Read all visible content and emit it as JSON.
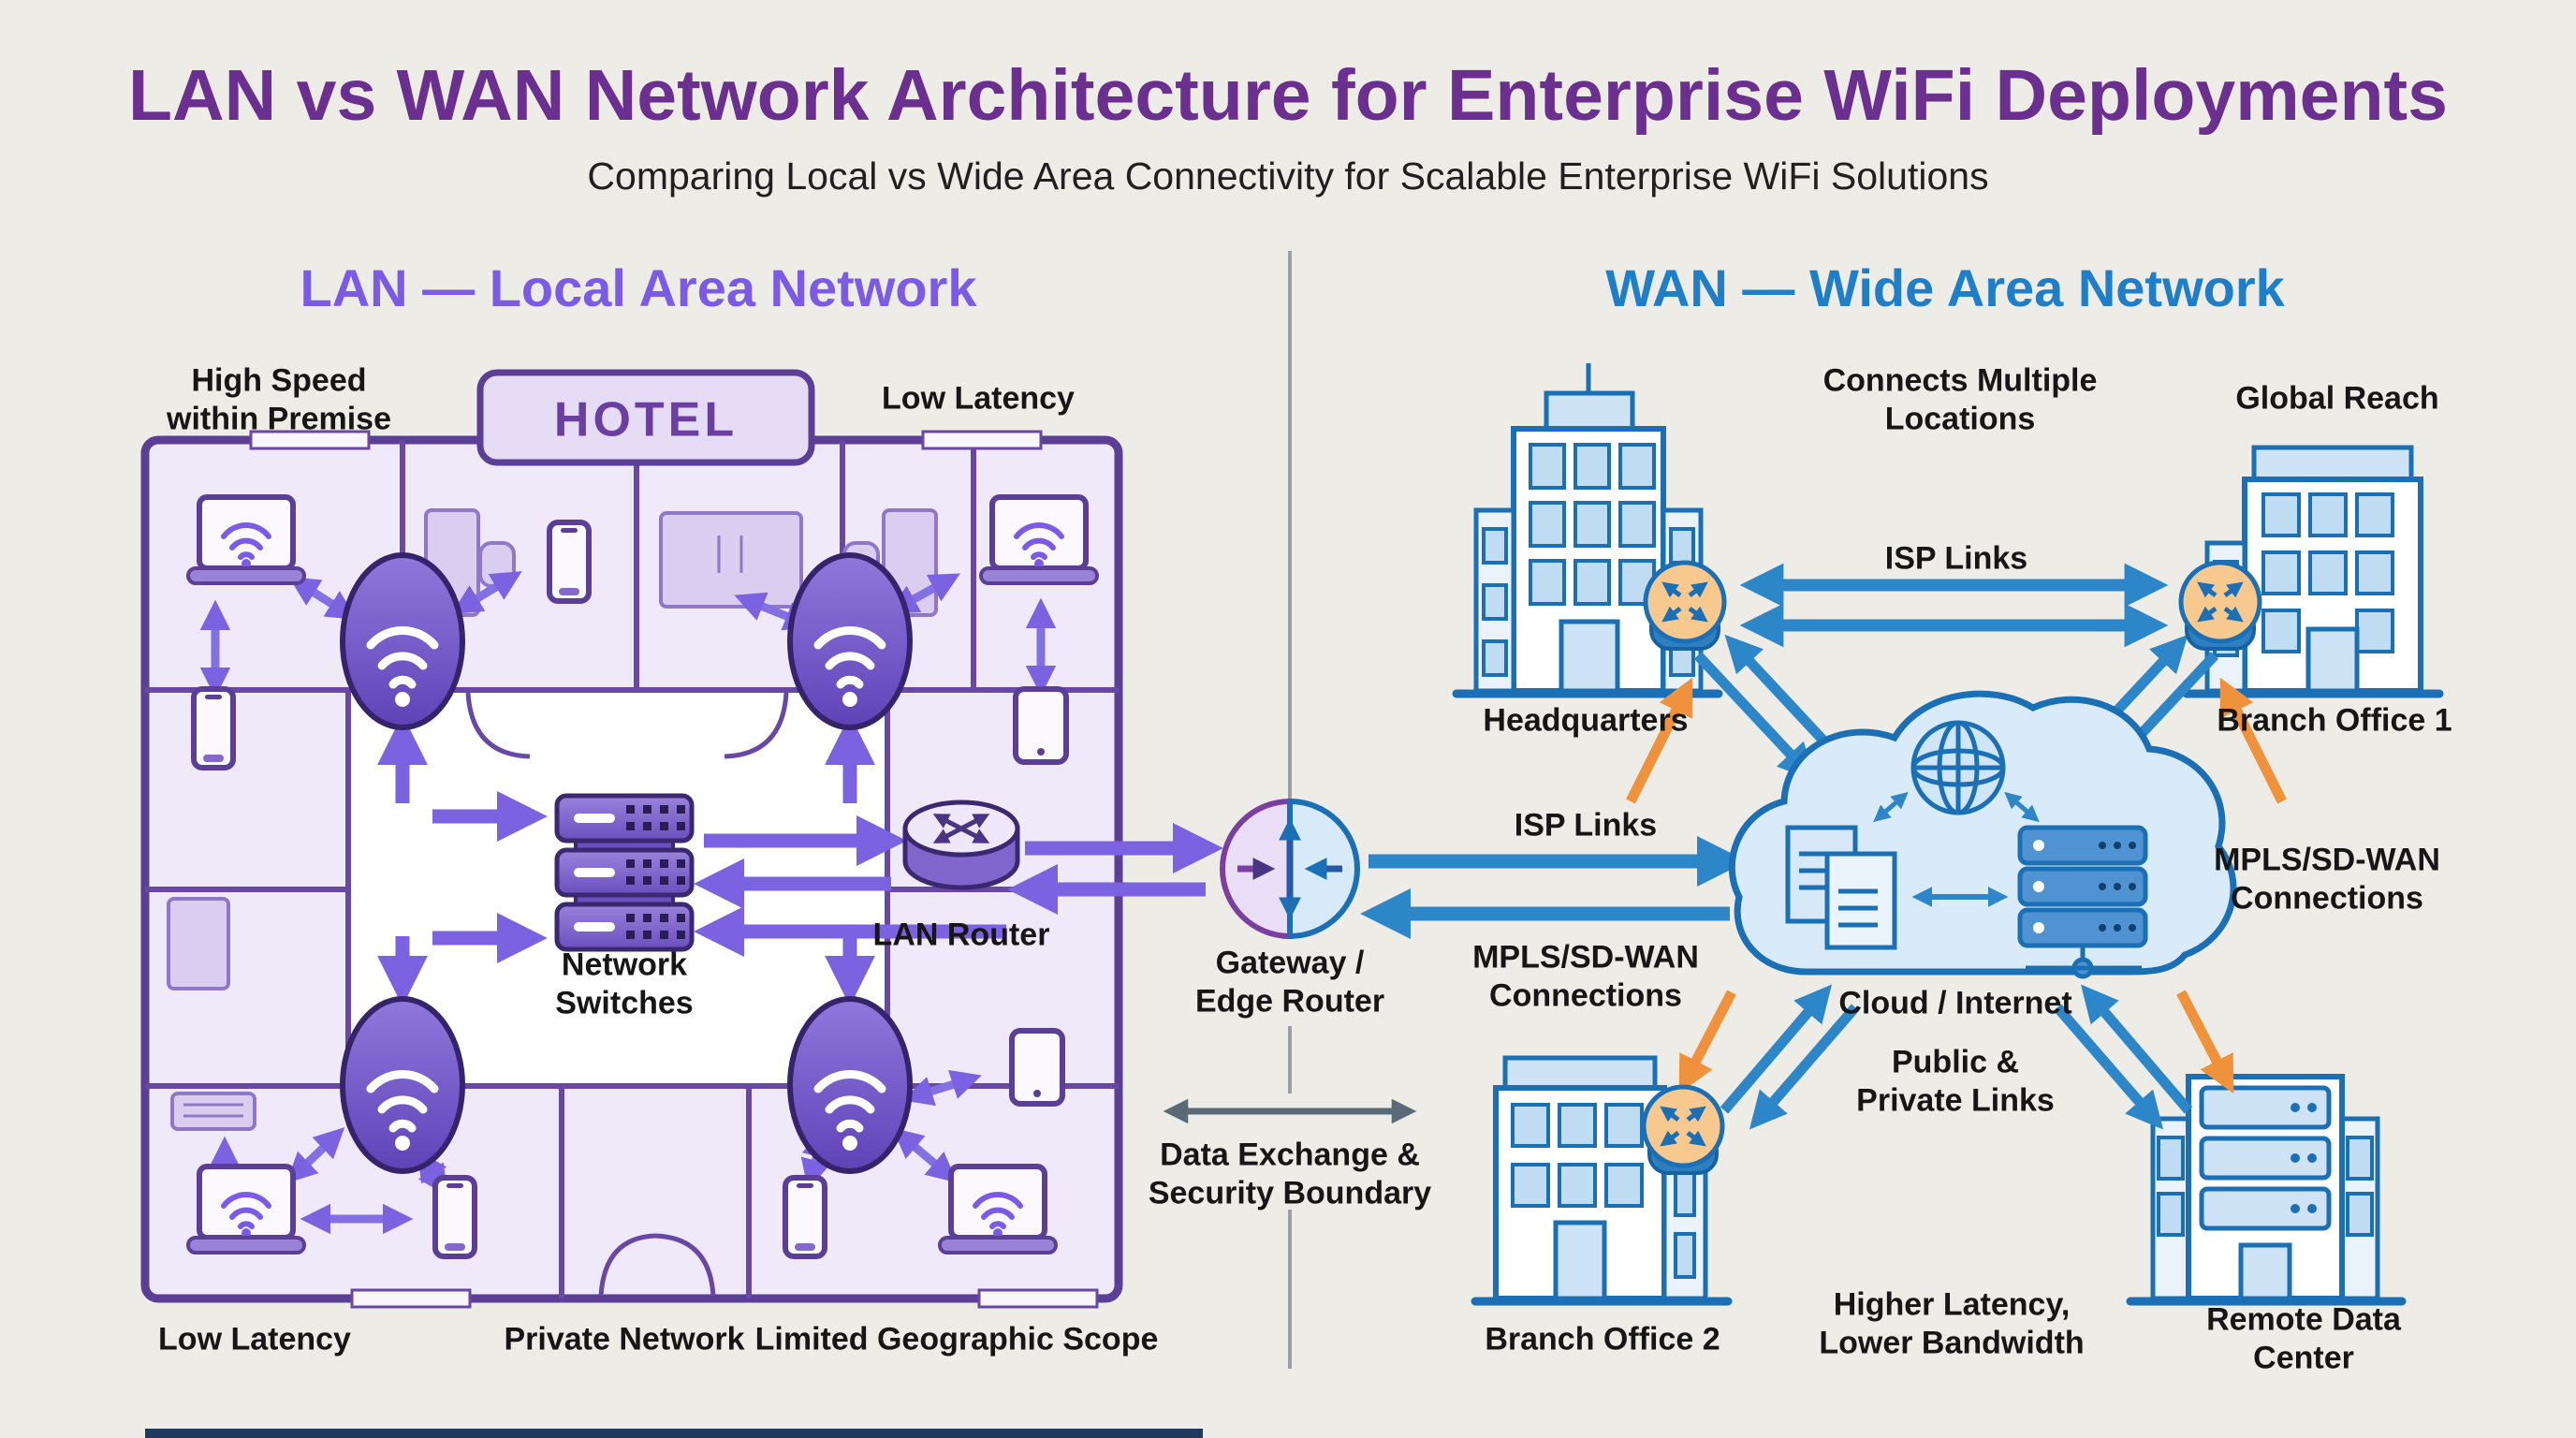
{
  "title": "LAN vs WAN Network Architecture for Enterprise WiFi Deployments",
  "subtitle": "Comparing Local vs Wide Area Connectivity for Scalable Enterprise WiFi Solutions",
  "lan": {
    "header": "LAN — Local Area Network",
    "hotel_sign": "HOTEL",
    "labels": {
      "high_speed": "High Speed\nwithin Premise",
      "low_latency_top": "Low Latency",
      "network_switches": "Network\nSwitches",
      "lan_router": "LAN Router",
      "low_latency_bottom": "Low Latency",
      "private_network": "Private Network",
      "limited_geographic_scope": "Limited Geographic Scope"
    }
  },
  "boundary": {
    "gateway_label": "Gateway /\nEdge Router",
    "exchange_label": "Data Exchange &\nSecurity Boundary"
  },
  "wan": {
    "header": "WAN — Wide Area Network",
    "labels": {
      "connects": "Connects Multiple\nLocations",
      "global_reach": "Global Reach",
      "isp_links_top": "ISP Links",
      "headquarters": "Headquarters",
      "branch_office_1": "Branch Office 1",
      "isp_links_mid": "ISP Links",
      "mpls_mid": "MPLS/SD-WAN\nConnections",
      "mpls_right": "MPLS/SD-WAN\nConnections",
      "cloud": "Cloud / Internet",
      "public_private": "Public &\nPrivate Links",
      "branch_office_2": "Branch Office 2",
      "higher_latency": "Higher Latency,\nLower Bandwidth",
      "remote_data_center": "Remote Data Center"
    }
  },
  "colors": {
    "background": "#EDECE7",
    "title_purple": "#6B2F8F",
    "lan_accent": "#7B5BE6",
    "wan_accent": "#1E7EC8",
    "arrow_purple": "#7B62E0",
    "arrow_blue": "#2C86C8",
    "arrow_orange": "#F0913C",
    "boundary_gray": "#5A6A78",
    "navy_bar": "#1E3A5F"
  }
}
